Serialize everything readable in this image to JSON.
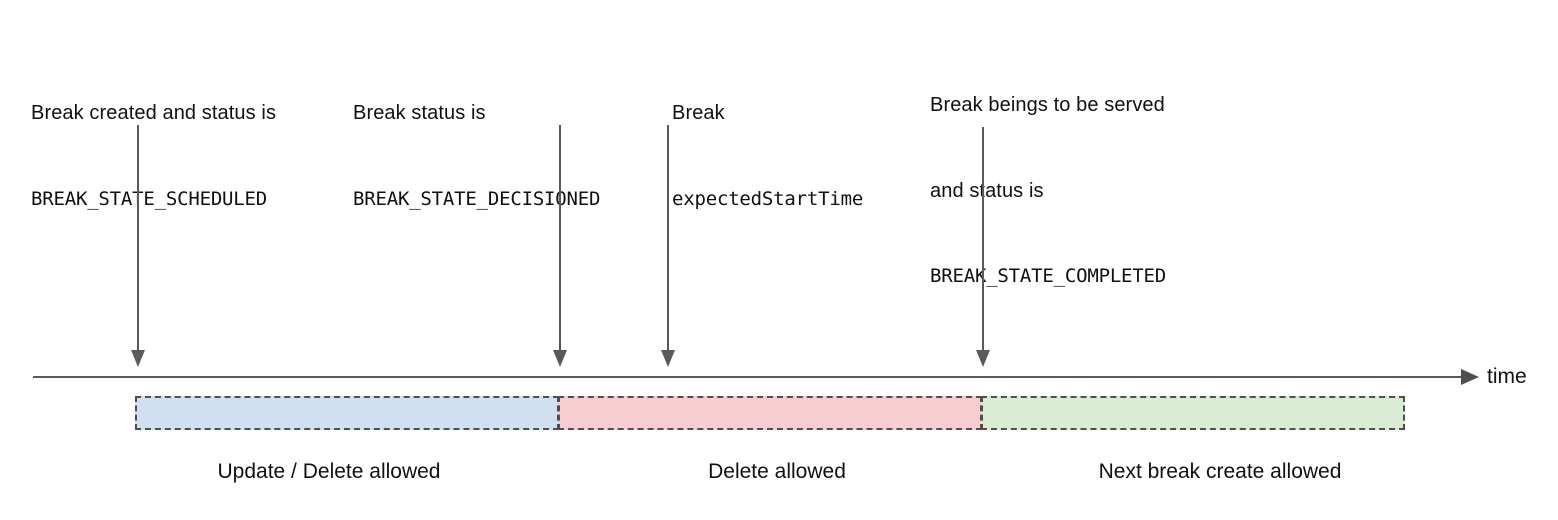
{
  "diagram": {
    "title": "Break lifecycle timeline",
    "axis": {
      "label": "time",
      "arrow_direction": "right"
    },
    "annotations": [
      {
        "id": "break-created",
        "line1": "Break created and status is",
        "state": "BREAK_STATE_SCHEDULED",
        "line3": ""
      },
      {
        "id": "break-decisioned",
        "line1": "Break status is",
        "state": "BREAK_STATE_DECISIONED",
        "line3": ""
      },
      {
        "id": "break-expected-start",
        "line1": "Break",
        "state": "expectedStartTime",
        "line3": ""
      },
      {
        "id": "break-completed",
        "line1": "Break beings to be served",
        "line2": "and status is",
        "state": "BREAK_STATE_COMPLETED"
      }
    ],
    "phases": [
      {
        "id": "update-delete-allowed",
        "caption": "Update / Delete allowed",
        "color": "#cfe0f0",
        "border_color": "#4f4f4f"
      },
      {
        "id": "delete-allowed",
        "caption": "Delete allowed",
        "color": "#f6cdd0",
        "border_color": "#4f4f4f"
      },
      {
        "id": "next-break-create-allowed",
        "caption": "Next break create allowed",
        "color": "#d9ebd0",
        "border_color": "#4f4f4f"
      }
    ],
    "colors": {
      "axis": "#5a5a5a",
      "arrow": "#5a5a5a",
      "text": "#101010",
      "background": "#ffffff"
    }
  }
}
